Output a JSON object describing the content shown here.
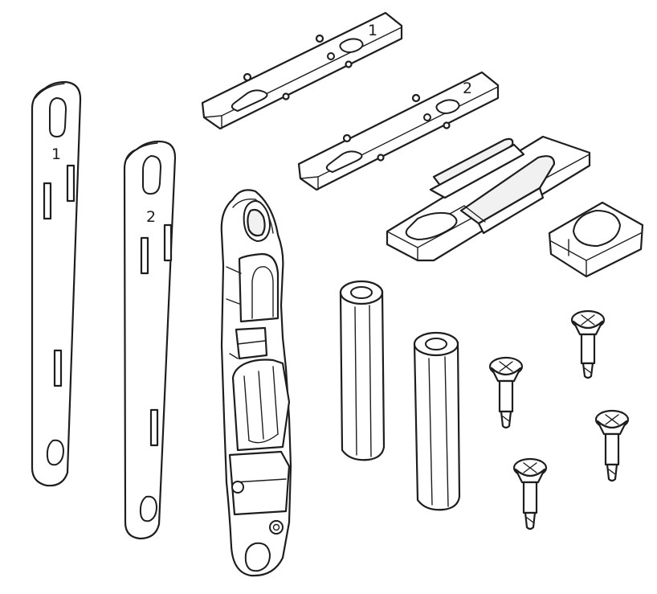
{
  "parts": {
    "strip_1_number": "1",
    "strip_2_number": "2",
    "plate_1_number": "1",
    "plate_2_number": "2"
  },
  "colors": {
    "line": "#1e1e1e",
    "background": "#ffffff"
  }
}
